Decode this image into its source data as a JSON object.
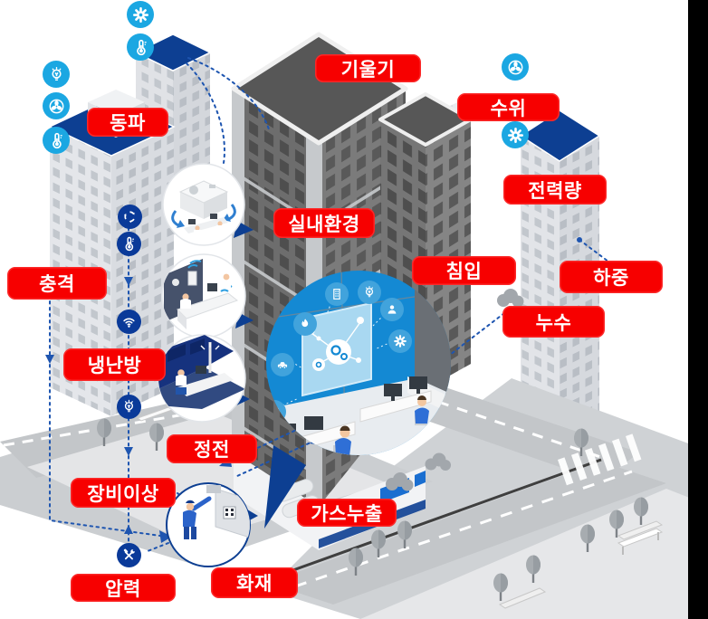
{
  "alert_labels": [
    {
      "id": "tilt",
      "text": "기울기"
    },
    {
      "id": "freeze",
      "text": "동파"
    },
    {
      "id": "water-level",
      "text": "수위"
    },
    {
      "id": "power-usage",
      "text": "전력량"
    },
    {
      "id": "indoor-environment",
      "text": "실내환경"
    },
    {
      "id": "intrusion",
      "text": "침입"
    },
    {
      "id": "load",
      "text": "하중"
    },
    {
      "id": "water-leak",
      "text": "누수"
    },
    {
      "id": "impact",
      "text": "충격"
    },
    {
      "id": "hvac",
      "text": "냉난방"
    },
    {
      "id": "power-outage",
      "text": "정전"
    },
    {
      "id": "equipment-fault",
      "text": "장비이상"
    },
    {
      "id": "gas-leak",
      "text": "가스누출"
    },
    {
      "id": "pressure",
      "text": "압력"
    },
    {
      "id": "fire",
      "text": "화재"
    }
  ],
  "label_style": {
    "background": "#f70000",
    "text_color": "#ffffff"
  },
  "colors": {
    "icon_cyan": "#1ba7e2",
    "icon_navy": "#0a3a99",
    "callout_navy": "#0d3f92",
    "hub_blue": "#1489d3",
    "hub_chip": "#41a3dc",
    "roof_blue": "#0d3f92",
    "dotted_line": "#1e55b0",
    "black_bar": "#000000"
  },
  "sensor_icons": {
    "cyan": [
      "gear",
      "thermometer",
      "lightbulb",
      "fan",
      "thermometer",
      "fan",
      "gear"
    ],
    "navy": [
      "recycle",
      "thermometer",
      "wifi",
      "lightbulb",
      "tools"
    ]
  },
  "hub": {
    "chip_icons": [
      "building",
      "lightbulb",
      "person",
      "fire",
      "car",
      "gear",
      "recycle"
    ]
  },
  "scenes": [
    {
      "id": "rooftop-hvac"
    },
    {
      "id": "office-wireless"
    },
    {
      "id": "power-outage-room"
    },
    {
      "id": "equipment-inspection"
    }
  ]
}
